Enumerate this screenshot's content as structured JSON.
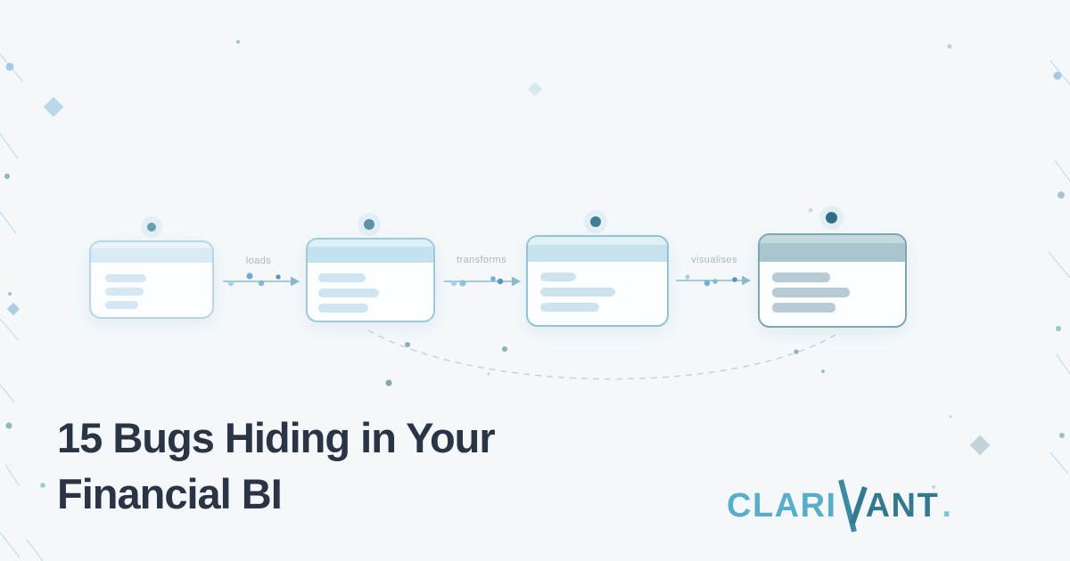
{
  "title": {
    "line1": "15 Bugs Hiding in Your",
    "line2": "Financial BI",
    "color": "#2b3444"
  },
  "brand": {
    "prefix": "CLARI",
    "suffix": "ANT",
    "period": ".",
    "light_color": "#58aeca",
    "dark_color": "#35798f"
  },
  "pipeline": {
    "arrows": [
      {
        "label": "loads"
      },
      {
        "label": "transforms"
      },
      {
        "label": "visualises"
      }
    ],
    "label_color": "#a9b7c0",
    "line_color": "#8fb9cb",
    "stages": [
      {
        "border": "#b9d6e4",
        "header": "#d9eaf4",
        "bar": "#d5e7f2",
        "dot": "#6e9dab"
      },
      {
        "border": "#9fcade",
        "header": "#c3e2ef",
        "bar": "#cfe5f1",
        "dot": "#5d93a3"
      },
      {
        "border": "#93c3d6",
        "header": "#c6e2ec",
        "bar": "#cde4ee",
        "dot": "#3d8094"
      },
      {
        "border": "#7da6b1",
        "header": "#a9c6ce",
        "bar": "#b6cbd3",
        "dot": "#2d7082"
      }
    ]
  },
  "background": {
    "color": "#f4f8fa"
  }
}
